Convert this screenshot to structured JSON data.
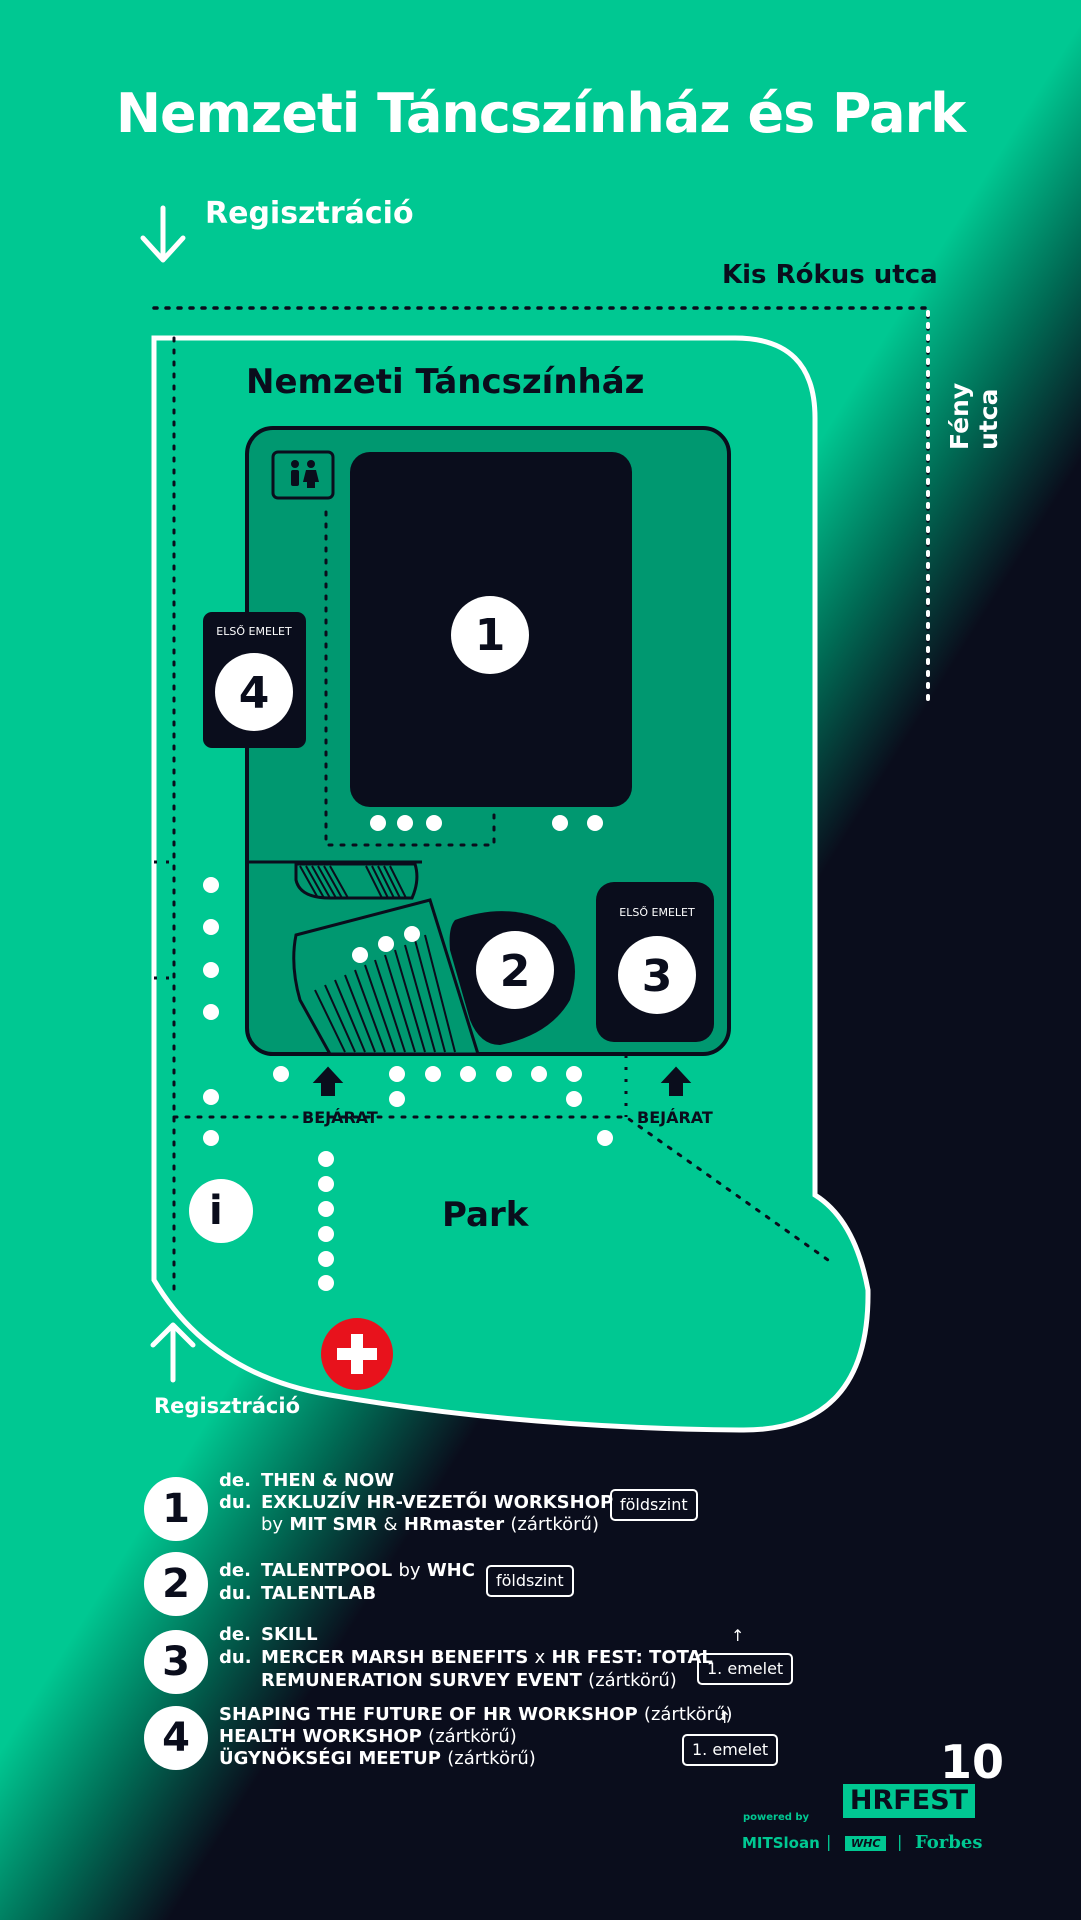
{
  "title": "Nemzeti Táncszínház és Park",
  "labels": {
    "registration_top": "Regisztráció",
    "registration_bottom": "Regisztráció",
    "street_kis_rokus": "Kis Rókus utca",
    "street_feny": "Fény utca",
    "building": "Nemzeti Táncszínház",
    "park": "Park",
    "entrance_left": "BEJÁRAT",
    "entrance_right": "BEJÁRAT",
    "info": "i"
  },
  "map_markers": [
    {
      "number": "1"
    },
    {
      "number": "2"
    },
    {
      "number": "3",
      "floor_label": "ELSŐ EMELET"
    },
    {
      "number": "4",
      "floor_label": "ELSŐ EMELET"
    }
  ],
  "icons": [
    "restroom-icon",
    "first-aid-icon",
    "info-icon",
    "arrow-down-icon",
    "arrow-up-icon",
    "entrance-arrow-icon"
  ],
  "legend": [
    {
      "number": "1",
      "lines": [
        {
          "prefix": "de.",
          "text": "THEN & NOW"
        },
        {
          "prefix": "du.",
          "text": "EXKLUZÍV HR-VEZETŐI WORKSHOP"
        },
        {
          "prefix": "",
          "by": "by",
          "org1": "MIT SMR",
          "amp": "&",
          "org2": "HRmaster",
          "note": "(zártkörű)"
        }
      ],
      "floor": "földszint"
    },
    {
      "number": "2",
      "lines": [
        {
          "prefix": "de.",
          "text": "TALENTPOOL",
          "by": "by",
          "org": "WHC"
        },
        {
          "prefix": "du.",
          "text": "TALENTLAB"
        }
      ],
      "floor": "földszint"
    },
    {
      "number": "3",
      "lines": [
        {
          "prefix": "de.",
          "text": "SKILL"
        },
        {
          "prefix": "du.",
          "text": "MERCER MARSH BENEFITS",
          "x": "x",
          "text2": "HR FEST: TOTAL"
        },
        {
          "prefix": "",
          "text": "REMUNERATION SURVEY EVENT",
          "note": "(zártkörű)"
        }
      ],
      "floor": "1. emelet",
      "arrow": "↑"
    },
    {
      "number": "4",
      "lines": [
        {
          "text": "SHAPING THE FUTURE OF HR WORKSHOP",
          "note": "(zártkörű)"
        },
        {
          "text": "HEALTH WORKSHOP",
          "note": "(zártkörű)"
        },
        {
          "text": "ÜGYNÖKSÉGI MEETUP",
          "note": "(zártkörű)"
        }
      ],
      "floor": "1. emelet",
      "arrow": "↑"
    }
  ],
  "branding": {
    "logo": "HRFEST",
    "anniversary": "10",
    "powered_by": "powered by",
    "sponsors": [
      "MITSloan",
      "WHC",
      "Forbes"
    ],
    "separator": "|"
  },
  "colors": {
    "green": "#00c892",
    "dark_green": "#009870",
    "navy": "#0a0d1c",
    "white": "#ffffff",
    "red": "#e8121c"
  }
}
